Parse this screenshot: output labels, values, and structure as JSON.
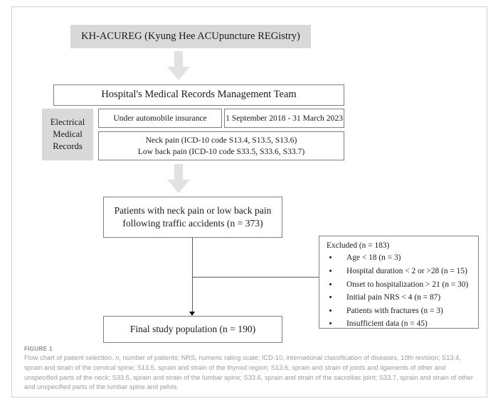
{
  "figure": {
    "label": "FIGURE 1",
    "caption_lead": "Flow chart of patient selection. ",
    "caption_italic": "n",
    "caption_rest": ", number of patients; NRS, numeric rating scale; ICD-10, international classification of diseases, 10th revision; S13.4, sprain and strain of the cervical spine; S13.5, sprain and strain of the thyroid region; S13.6, sprain and strain of joints and ligaments of other and unspecified parts of the neck; S33.5, sprain and strain of the lumbar spine; S33.6, sprain and strain of the sacroiliac joint; S33.7, sprain and strain of other and unspecified parts of the lumbar spine and pelvis."
  },
  "flow": {
    "registry": "KH-ACUREG (Kyung Hee ACUpuncture REGistry)",
    "records_team": "Hospital's Medical Records Management Team",
    "emr_label_line1": "Electrical",
    "emr_label_line2": "Medical",
    "emr_label_line3": "Records",
    "insurance": "Under automobile insurance",
    "period": "1 September 2018 - 31 March 2023",
    "icd_line1": "Neck pain (ICD-10 code S13.4, S13.5, S13.6)",
    "icd_line2": "Low back pain (ICD-10 code S33.5, S33.6, S33.7)",
    "patients_line1": "Patients with neck pain or low back pain",
    "patients_line2": "following traffic accidents (n = 373)",
    "final": "Final study population (n = 190)"
  },
  "excluded": {
    "title": "Excluded (n = 183)",
    "items": [
      "Age < 18 (n = 3)",
      "Hospital duration < 2 or >28 (n = 15)",
      "Onset to hospitalization > 21 (n = 30)",
      "Initial pain NRS < 4 (n = 87)",
      "Patients with fractures (n = 3)",
      "Insufficient data (n = 45)"
    ]
  },
  "colors": {
    "shaded_fill": "#d9d9d9",
    "arrow_fill": "#e2e2e2",
    "box_border": "#7f7f7f",
    "frame_border": "#d2d2d2",
    "caption_text": "#9b9b9b"
  }
}
